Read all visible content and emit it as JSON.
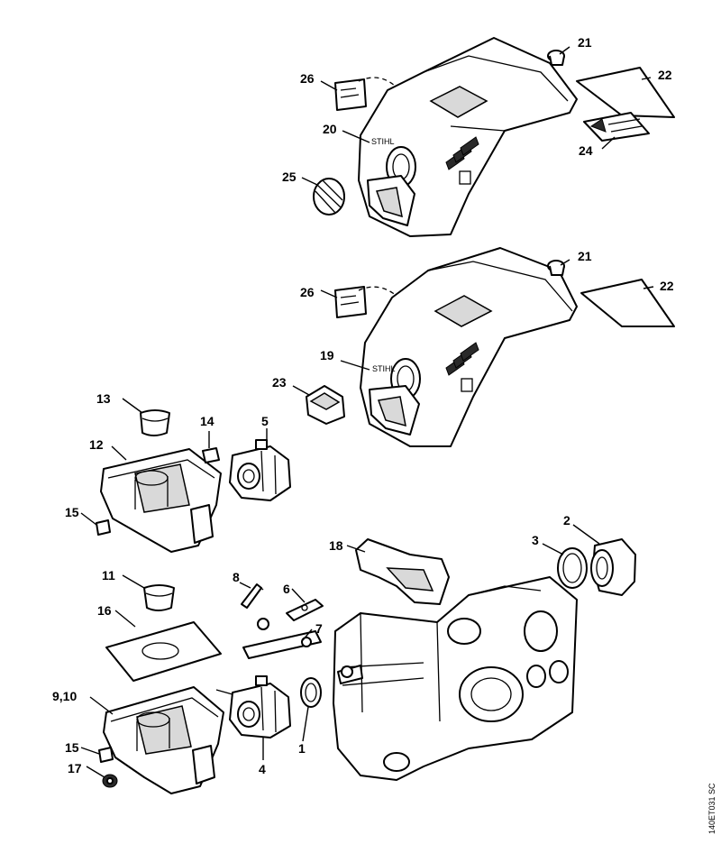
{
  "diagram": {
    "callouts": [
      {
        "id": "21a",
        "text": "21"
      },
      {
        "id": "22a",
        "text": "22"
      },
      {
        "id": "26a",
        "text": "26"
      },
      {
        "id": "20",
        "text": "20"
      },
      {
        "id": "24",
        "text": "24"
      },
      {
        "id": "25",
        "text": "25"
      },
      {
        "id": "21b",
        "text": "21"
      },
      {
        "id": "22b",
        "text": "22"
      },
      {
        "id": "26b",
        "text": "26"
      },
      {
        "id": "19",
        "text": "19"
      },
      {
        "id": "23",
        "text": "23"
      },
      {
        "id": "13",
        "text": "13"
      },
      {
        "id": "14",
        "text": "14"
      },
      {
        "id": "5",
        "text": "5"
      },
      {
        "id": "12",
        "text": "12"
      },
      {
        "id": "15a",
        "text": "15"
      },
      {
        "id": "2",
        "text": "2"
      },
      {
        "id": "3",
        "text": "3"
      },
      {
        "id": "18",
        "text": "18"
      },
      {
        "id": "8",
        "text": "8"
      },
      {
        "id": "6",
        "text": "6"
      },
      {
        "id": "11",
        "text": "11"
      },
      {
        "id": "16",
        "text": "16"
      },
      {
        "id": "7",
        "text": "7"
      },
      {
        "id": "9_10",
        "text": "9,10"
      },
      {
        "id": "1",
        "text": "1"
      },
      {
        "id": "15b",
        "text": "15"
      },
      {
        "id": "4",
        "text": "4"
      },
      {
        "id": "17",
        "text": "17"
      }
    ],
    "reference_code": "140ET031 SC"
  }
}
